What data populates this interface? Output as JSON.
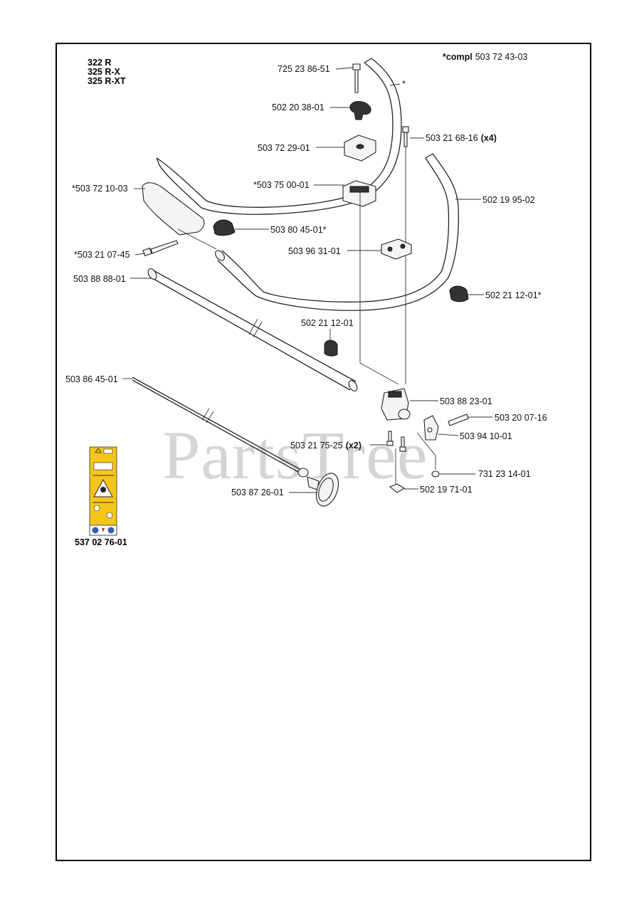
{
  "models": [
    "322 R",
    "325 R-X",
    "325 R-XT"
  ],
  "compl_note": {
    "prefix": "*compl",
    "number": "503 72 43-03"
  },
  "asterisk_marker": "*",
  "watermark": "PartsTree",
  "decal": {
    "part_number": "537 02 76-01",
    "fill_color": "#f5c518"
  },
  "parts": {
    "p725238651": "725 23 86-51",
    "p502203801": "502 20 38-01",
    "p503722901": "503 72 29-01",
    "p503752001": "*503 75 00-01",
    "p503721003": "*503 72 10-03",
    "p503804501": "503 80 45-01*",
    "p503210745": "*503 21 07-45",
    "p503888801": "503 88 88-01",
    "p503216816": "503 21 68-16",
    "p503216816_qty": "(x4)",
    "p502199502": "502 19 95-02",
    "p503963101": "503 96 31-01",
    "p502211201a": "502 21 12-01*",
    "p502211201b": "502 21 12-01",
    "p503864501": "503 86 45-01",
    "p503882301": "503 88 23-01",
    "p503200716": "503 20 07-16",
    "p503941001": "503 94 10-01",
    "p503217525": "503 21 75-25",
    "p503217525_qty": "(x2)",
    "p731231401": "731 23 14-01",
    "p503872601": "503 87 26-01",
    "p502197101": "502 19 71-01"
  }
}
